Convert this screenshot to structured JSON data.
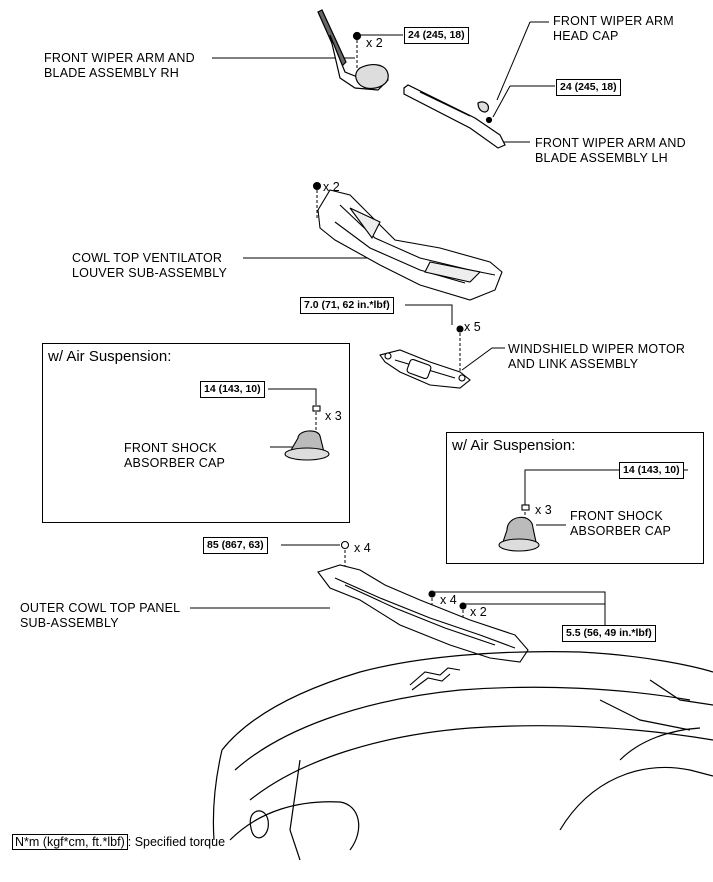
{
  "labels": {
    "wiper_rh_l1": "FRONT WIPER ARM AND",
    "wiper_rh_l2": "BLADE ASSEMBLY RH",
    "head_cap_l1": "FRONT WIPER ARM",
    "head_cap_l2": "HEAD CAP",
    "wiper_lh_l1": "FRONT WIPER ARM AND",
    "wiper_lh_l2": "BLADE ASSEMBLY LH",
    "cowl_louver_l1": "COWL TOP VENTILATOR",
    "cowl_louver_l2": "LOUVER SUB-ASSEMBLY",
    "motor_l1": "WINDSHIELD WIPER MOTOR",
    "motor_l2": "AND LINK ASSEMBLY",
    "shock_cap_l1": "FRONT SHOCK",
    "shock_cap_l2": "ABSORBER CAP",
    "shock_cap_r_l1": "FRONT SHOCK",
    "shock_cap_r_l2": "ABSORBER CAP",
    "outer_cowl_l1": "OUTER COWL TOP PANEL",
    "outer_cowl_l2": "SUB-ASSEMBLY"
  },
  "torques": {
    "wiper_rh": "24 (245, 18)",
    "wiper_lh": "24 (245, 18)",
    "motor": "7.0 (71, 62 in.*lbf)",
    "shock_left": "14 (143, 10)",
    "shock_right": "14 (143, 10)",
    "outer_cowl_nut": "85 (867, 63)",
    "outer_cowl_bolt": "5.5 (56, 49 in.*lbf)"
  },
  "quantities": {
    "wiper_rh": "x 2",
    "cowl_clip": "x 2",
    "motor": "x 5",
    "shock_left": "x 3",
    "shock_right": "x 3",
    "outer_cowl_nut": "x 4",
    "outer_cowl_bolt": "x 4",
    "outer_cowl_bolt2": "x 2"
  },
  "insets": {
    "left_title": "w/ Air Suspension:",
    "right_title": "w/ Air Suspension:"
  },
  "legend": {
    "unit": "N*m (kgf*cm, ft.*lbf)",
    "text": ": Specified torque"
  }
}
